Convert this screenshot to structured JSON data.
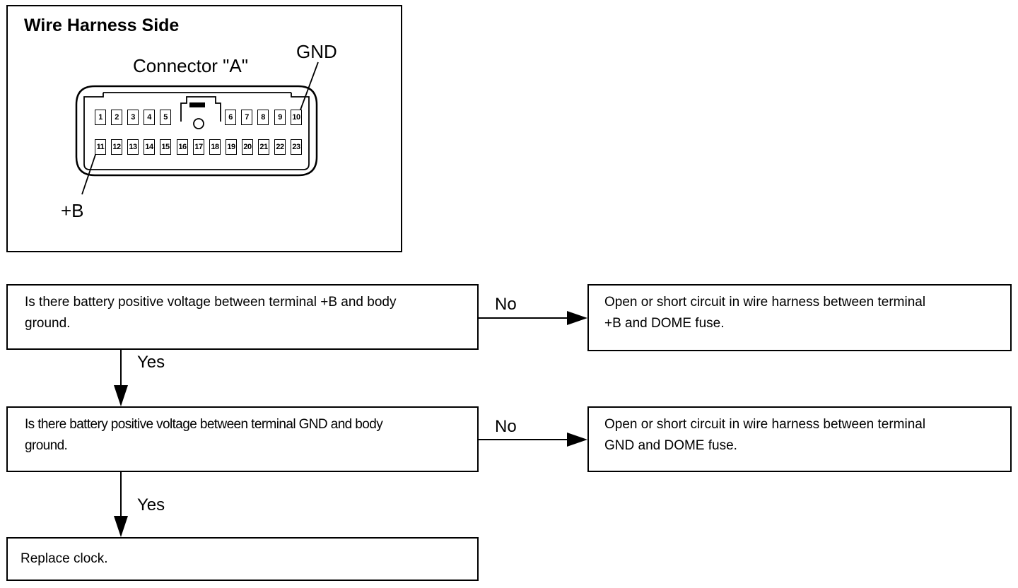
{
  "connector": {
    "title": "Wire Harness Side",
    "name": "Connector \"A\"",
    "gnd_label": "GND",
    "plusb_label": "+B",
    "top_pins": [
      "1",
      "2",
      "3",
      "4",
      "5",
      "6",
      "7",
      "8",
      "9",
      "10"
    ],
    "bottom_pins": [
      "11",
      "12",
      "13",
      "14",
      "15",
      "16",
      "17",
      "18",
      "19",
      "20",
      "21",
      "22",
      "23"
    ]
  },
  "flow": {
    "q1": {
      "line1": "Is there battery positive voltage between terminal +B and body",
      "line2": "ground."
    },
    "q1_no": "No",
    "result1": {
      "line1": "Open or short circuit in wire harness between terminal",
      "line2": "+B and DOME fuse."
    },
    "q1_yes": "Yes",
    "q2": {
      "line1": "Is there battery positive voltage between terminal GND and body",
      "line2": "ground."
    },
    "q2_no": "No",
    "result2": {
      "line1": "Open or short circuit in wire harness between terminal",
      "line2": "GND and DOME fuse."
    },
    "q2_yes": "Yes",
    "final": "Replace clock."
  }
}
